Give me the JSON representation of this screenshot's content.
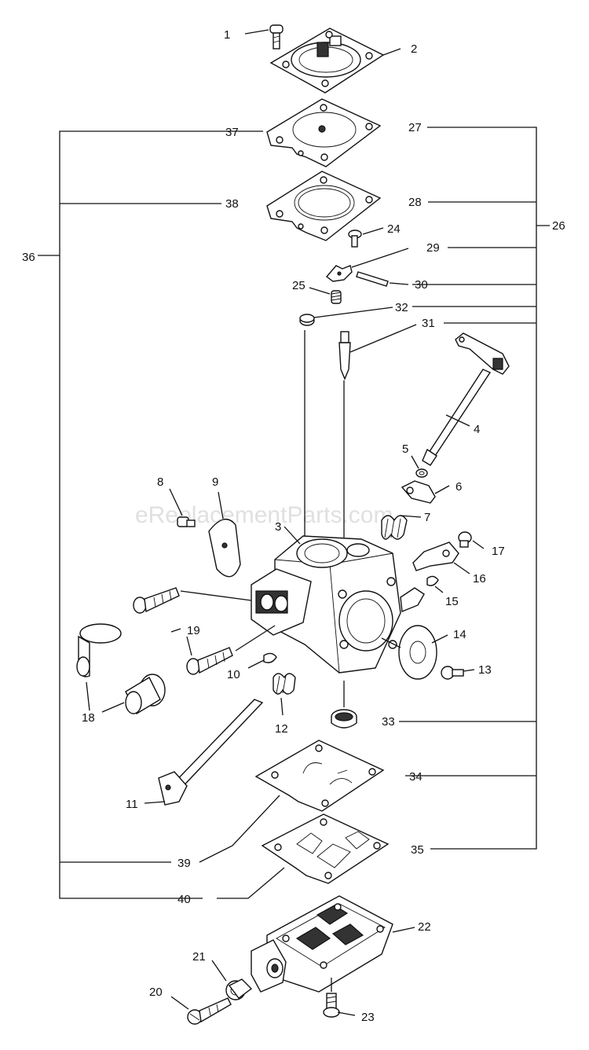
{
  "watermark": "eReplacementParts.com",
  "labels": {
    "p1": "1",
    "p2": "2",
    "p3": "3",
    "p4": "4",
    "p5": "5",
    "p6": "6",
    "p7": "7",
    "p8": "8",
    "p9": "9",
    "p10": "10",
    "p11": "11",
    "p12": "12",
    "p13": "13",
    "p14": "14",
    "p15": "15",
    "p16": "16",
    "p17": "17",
    "p18": "18",
    "p19": "19",
    "p20": "20",
    "p21": "21",
    "p22": "22",
    "p23": "23",
    "p24": "24",
    "p25": "25",
    "p26": "26",
    "p27": "27",
    "p28": "28",
    "p29": "29",
    "p30": "30",
    "p31": "31",
    "p32": "32",
    "p33": "33",
    "p34": "34",
    "p35": "35",
    "p36": "36",
    "p37": "37",
    "p38": "38",
    "p39": "39",
    "p40": "40"
  }
}
